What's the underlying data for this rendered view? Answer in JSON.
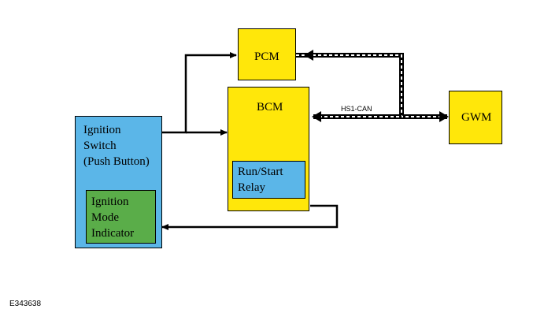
{
  "nodes": {
    "pcm": "PCM",
    "bcm": "BCM",
    "gwm": "GWM",
    "ignition_switch": [
      "Ignition",
      "Switch",
      "(Push Button)"
    ],
    "ignition_mode_indicator": [
      "Ignition",
      "Mode",
      "Indicator"
    ],
    "run_start_relay": [
      "Run/Start",
      "Relay"
    ]
  },
  "edges": {
    "can_bus_label": "HS1-CAN"
  },
  "figure_id": "E343638",
  "colors": {
    "module_fill": "#ffe70a",
    "switch_fill": "#5bb6e8",
    "indicator_fill": "#5aad49",
    "relay_fill": "#5bb6e8"
  }
}
